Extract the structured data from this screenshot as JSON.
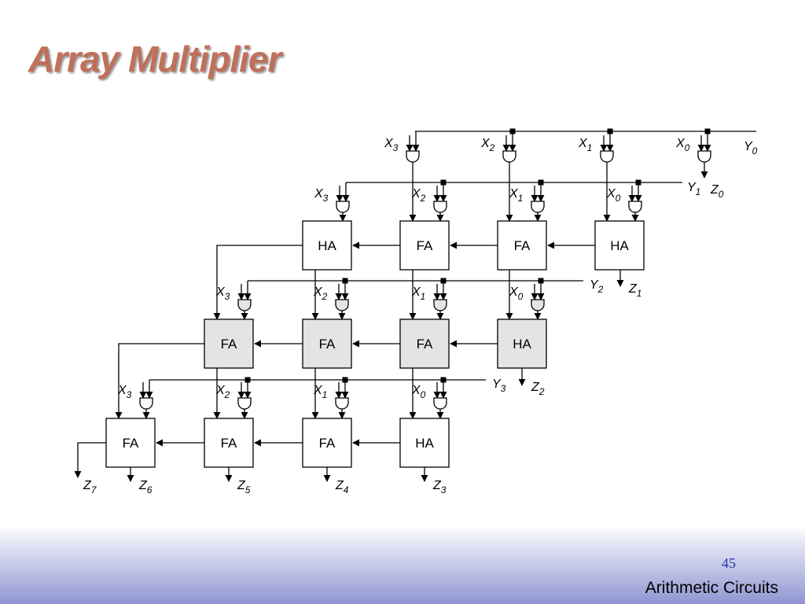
{
  "slide": {
    "title": "Array Multiplier",
    "page_number": "45",
    "footer": "Arithmetic Circuits"
  },
  "colors": {
    "title": "#c0705a",
    "page_number": "#2233aa",
    "cell_fill_plain": "#ffffff",
    "cell_fill_shaded": "#e4e4e4",
    "line": "#000000"
  },
  "diagram": {
    "cells": [
      {
        "id": "r1c3",
        "label": "HA",
        "shaded": false
      },
      {
        "id": "r1c2",
        "label": "FA",
        "shaded": false
      },
      {
        "id": "r1c1",
        "label": "FA",
        "shaded": false
      },
      {
        "id": "r1c0",
        "label": "HA",
        "shaded": false
      },
      {
        "id": "r2c3",
        "label": "FA",
        "shaded": true
      },
      {
        "id": "r2c2",
        "label": "FA",
        "shaded": true
      },
      {
        "id": "r2c1",
        "label": "FA",
        "shaded": true
      },
      {
        "id": "r2c0",
        "label": "HA",
        "shaded": true
      },
      {
        "id": "r3c3",
        "label": "FA",
        "shaded": false
      },
      {
        "id": "r3c2",
        "label": "FA",
        "shaded": false
      },
      {
        "id": "r3c1",
        "label": "FA",
        "shaded": false
      },
      {
        "id": "r3c0",
        "label": "HA",
        "shaded": false
      }
    ],
    "labels": [
      {
        "id": "y0",
        "base": "Y",
        "sub": "0"
      },
      {
        "id": "y1",
        "base": "Y",
        "sub": "1"
      },
      {
        "id": "y2",
        "base": "Y",
        "sub": "2"
      },
      {
        "id": "y3",
        "base": "Y",
        "sub": "3"
      },
      {
        "id": "z0",
        "base": "Z",
        "sub": "0"
      },
      {
        "id": "z1",
        "base": "Z",
        "sub": "1"
      },
      {
        "id": "z2",
        "base": "Z",
        "sub": "2"
      },
      {
        "id": "z3",
        "base": "Z",
        "sub": "3"
      },
      {
        "id": "z4",
        "base": "Z",
        "sub": "4"
      },
      {
        "id": "z5",
        "base": "Z",
        "sub": "5"
      },
      {
        "id": "z6",
        "base": "Z",
        "sub": "6"
      },
      {
        "id": "z7",
        "base": "Z",
        "sub": "7"
      },
      {
        "id": "row0-x3",
        "base": "X",
        "sub": "3"
      },
      {
        "id": "row0-x2",
        "base": "X",
        "sub": "2"
      },
      {
        "id": "row0-x1",
        "base": "X",
        "sub": "1"
      },
      {
        "id": "row0-x0",
        "base": "X",
        "sub": "0"
      },
      {
        "id": "row1-x3",
        "base": "X",
        "sub": "3"
      },
      {
        "id": "row1-x2",
        "base": "X",
        "sub": "2"
      },
      {
        "id": "row1-x1",
        "base": "X",
        "sub": "1"
      },
      {
        "id": "row1-x0",
        "base": "X",
        "sub": "0"
      },
      {
        "id": "row2-x3",
        "base": "X",
        "sub": "3"
      },
      {
        "id": "row2-x2",
        "base": "X",
        "sub": "2"
      },
      {
        "id": "row2-x1",
        "base": "X",
        "sub": "1"
      },
      {
        "id": "row2-x0",
        "base": "X",
        "sub": "0"
      },
      {
        "id": "row3-x3",
        "base": "X",
        "sub": "3"
      },
      {
        "id": "row3-x2",
        "base": "X",
        "sub": "2"
      },
      {
        "id": "row3-x1",
        "base": "X",
        "sub": "1"
      },
      {
        "id": "row3-x0",
        "base": "X",
        "sub": "0"
      }
    ]
  }
}
